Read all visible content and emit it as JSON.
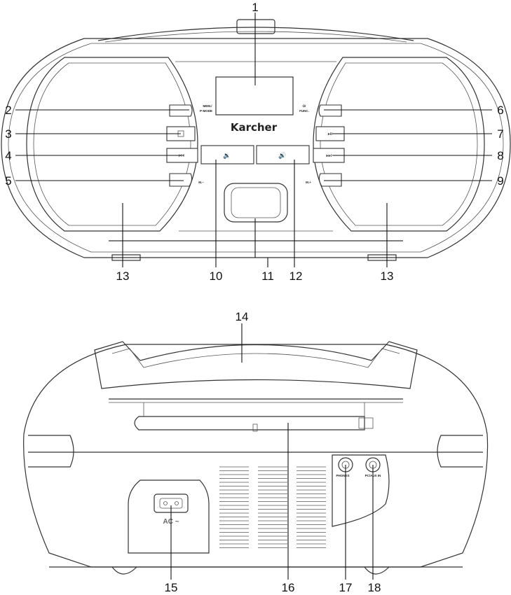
{
  "callouts": {
    "c1": "1",
    "c2": "2",
    "c3": "3",
    "c4": "4",
    "c5": "5",
    "c6": "6",
    "c7": "7",
    "c8": "8",
    "c9": "9",
    "c10": "10",
    "c11": "11",
    "c12": "12",
    "c13a": "13",
    "c13b": "13",
    "c14": "14",
    "c15": "15",
    "c16": "16",
    "c17": "17",
    "c18": "18"
  },
  "front": {
    "brand": "Karcher",
    "mem_line1": "MEM./",
    "mem_line2": "P-MODE",
    "func_line1": "⏻/",
    "func_line2": "FUNC.",
    "m_minus": "M.–",
    "m_plus": "M.+",
    "icons": {
      "stop": "stop-icon",
      "prev": "skip-back-icon",
      "next": "skip-forward-icon",
      "play": "play-pause-icon",
      "vol_down": "volume-down-icon",
      "vol_up": "volume-up-icon"
    }
  },
  "back": {
    "ac_label": "AC ~",
    "phones_label": "PHONES",
    "aux_label": "PC/AUX IN"
  }
}
